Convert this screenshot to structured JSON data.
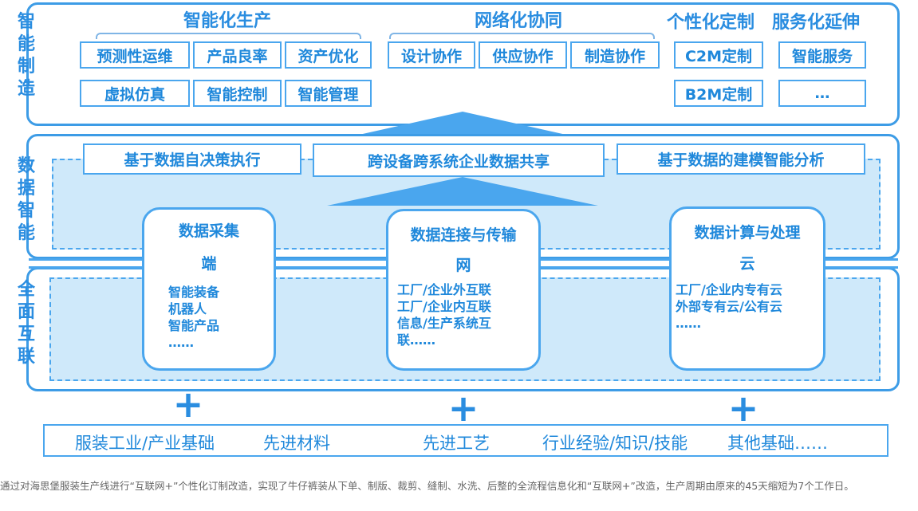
{
  "smart_manufacturing": {
    "layer_label": "智能制造",
    "groups": [
      {
        "title": "智能化生产",
        "items": [
          "预测性运维",
          "产品良率",
          "资产优化",
          "虚拟仿真",
          "智能控制",
          "智能管理"
        ]
      },
      {
        "title": "网络化协同",
        "items": [
          "设计协作",
          "供应协作",
          "制造协作"
        ]
      },
      {
        "title": "个性化定制",
        "items": [
          "C2M定制",
          "B2M定制"
        ]
      },
      {
        "title": "服务化延伸",
        "items": [
          "智能服务",
          "…"
        ]
      }
    ]
  },
  "data_intelligence": {
    "layer_label": "数据智能",
    "bars": [
      "基于数据自决策执行",
      "跨设备跨系统企业数据共享",
      "基于数据的建模智能分析"
    ]
  },
  "interconnection": {
    "layer_label": "全面互联",
    "nodes": [
      {
        "title": "数据采集",
        "sub": "端",
        "items": [
          "智能装备",
          "机器人",
          "智能产品",
          "……"
        ]
      },
      {
        "title": "数据连接与传输",
        "sub": "网",
        "items": [
          "工厂/企业外互联",
          "工厂/企业内互联",
          "信息/生产系统互",
          "联……"
        ]
      },
      {
        "title": "数据计算与处理",
        "sub": "云",
        "items": [
          "工厂/企业内专有云",
          "外部专有云/公有云",
          "……"
        ]
      }
    ]
  },
  "plus_symbol": "+",
  "foundations": [
    "服装工业/产业基础",
    "先进材料",
    "先进工艺",
    "行业经验/知识/技能",
    "其他基础……"
  ],
  "caption": "通过对海思堡服装生产线进行“互联网+”个性化订制改造，实现了牛仔裤装从下单、制版、裁剪、缝制、水洗、后整的全流程信息化和“互联网+”改造，生产周期由原来的45天缩短为7个工作日。",
  "colors": {
    "accent": "#2a8de0",
    "zone_fill": "#cfe9fa",
    "border": "#4aa6ee"
  }
}
